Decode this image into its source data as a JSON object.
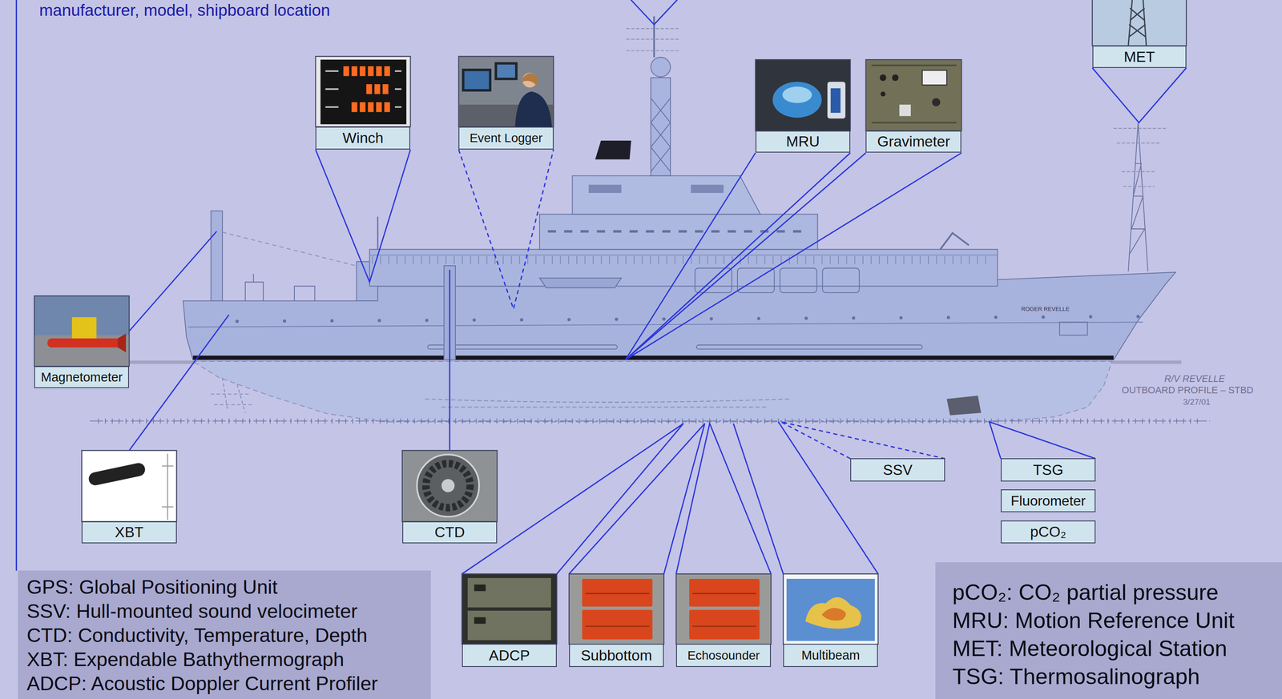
{
  "diagram": {
    "nodes": [
      {
        "text": [
          "MET"
        ]
      },
      {
        "text": [
          "Winch"
        ]
      },
      {
        "text": [
          "Event Logger"
        ]
      },
      {
        "text": [
          "MRU"
        ]
      },
      {
        "text": [
          "Gravimeter"
        ]
      },
      {
        "text": [
          "Magnetometer"
        ]
      },
      {
        "text": [
          "XBT"
        ]
      },
      {
        "text": [
          "CTD"
        ]
      },
      {
        "text": [
          "SSV"
        ]
      },
      {
        "text": [
          "TSG"
        ]
      },
      {
        "text": [
          "Fluorometer"
        ]
      },
      {
        "text": [
          "pCO₂"
        ]
      },
      {
        "text": [
          "GPS: Global Positioning Unit",
          "SSV: Hull-mounted sound velocimeter",
          "CTD: Conductivity, Temperature, Depth",
          "XBT: Expendable Bathythermograph",
          "ADCP: Acoustic Doppler Current Profiler"
        ]
      },
      {
        "text": [
          "ADCP"
        ]
      },
      {
        "text": [
          "Subbottom"
        ]
      },
      {
        "text": [
          "Echosounder"
        ]
      },
      {
        "text": [
          "Multibeam"
        ]
      },
      {
        "text": [
          "pCO₂: CO₂ partial pressure",
          "MRU: Motion Reference Unit",
          "MET: Meteorological Station",
          "TSG: Thermosalinograph"
        ]
      }
    ],
    "labels": [
      "manufacturer, model, shipboard location",
      "ROGER REVELLE",
      "R/V REVELLE",
      "OUTBOARD PROFILE – STBD",
      "3/27/01"
    ]
  }
}
